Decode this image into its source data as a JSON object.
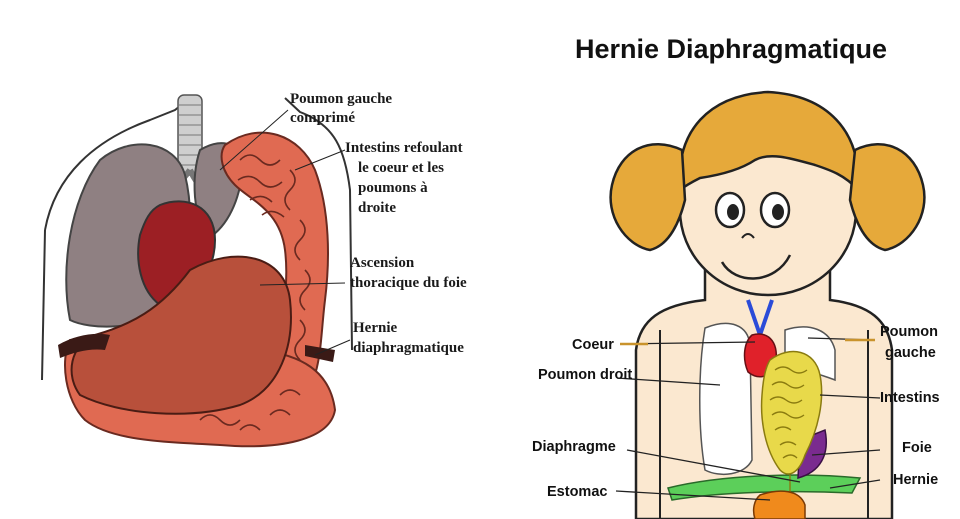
{
  "left_diagram": {
    "labels": {
      "poumon_gauche": [
        "Poumon gauche",
        "comprimé"
      ],
      "intestins": [
        "Intestins refoulant",
        "le coeur et les",
        "poumons à",
        "droite"
      ],
      "foie": [
        "Ascension",
        "thoracique du foie"
      ],
      "hernie": [
        "Hernie",
        "diaphragmatique"
      ]
    }
  },
  "right_diagram": {
    "title": "Hernie Diaphragmatique",
    "labels": {
      "coeur": "Coeur",
      "poumon_droit": "Poumon droit",
      "diaphragme": "Diaphragme",
      "estomac": "Estomac",
      "poumon_gauche": [
        "Poumon",
        "gauche"
      ],
      "intestins": "Intestins",
      "foie": "Foie",
      "hernie": "Hernie"
    }
  },
  "colors": {
    "intestine": "#e06a52",
    "liver": "#b8503b",
    "lung": "#8f8082",
    "heart": "#9c1f24",
    "hair": "#e6a93a",
    "skin": "#fbe8d0",
    "child_intestine": "#e8d94a",
    "diaphragm": "#5ccf5a"
  }
}
